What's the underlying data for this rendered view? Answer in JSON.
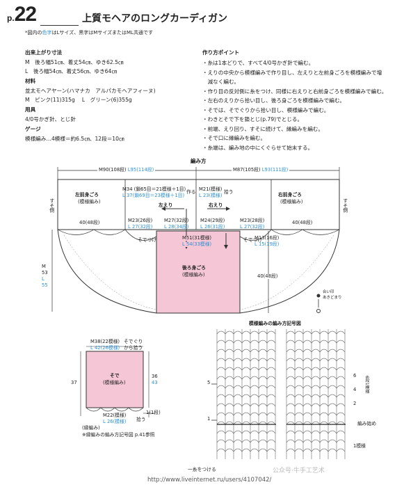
{
  "page": {
    "prefix": "p.",
    "number": "22",
    "title": "上質モヘアのロングカーディガン"
  },
  "note": {
    "pre": "*図内の",
    "colored": "色字",
    "post": "はLサイズ、黒字はMサイズまたはML共通です"
  },
  "left": {
    "size_heading": "出来上がり寸法",
    "size_lines": [
      "M　後ろ幅51㎝、着丈54㎝、ゆき62.5㎝",
      "L　後ろ幅54㎝、着丈56㎝、ゆき64㎝"
    ],
    "materials_heading": "材料",
    "materials_lines": [
      "並太モヘアヤーン(ハマナカ　アルパカモヘアフィーヌ)",
      "M　ピンク(11)315g　 L　グリーン(6)355g"
    ],
    "tools_heading": "用具",
    "tools_lines": [
      "4/0号かぎ針、とじ針"
    ],
    "gauge_heading": "ゲージ",
    "gauge_lines": [
      "模様編み…4模様＝約6.5㎝、12段＝10㎝"
    ]
  },
  "points": {
    "heading": "作り方ポイント",
    "lines": [
      "・糸は1本どりで、すべて4/0号かぎ針で編む。",
      "・えりの中央から模様編みで作り目し、左えりと左前身ごろを模様編みで増",
      "　減なく編む。",
      "・作り目の反対側に糸をつけ、同様に右えりと右前身ごろを模様編みで編む。",
      "・左右のえりから拾い目し、後ろ身ごろを模様編みで編む。",
      "・そでは、そでぐりから拾い目し、模様編みで編む。",
      "・わきとそで下を鎖とじ(p.79)でとじる。",
      "・前端、えり回り、すそに続けて、縁編みを編む。",
      "・そで口に縁編みを編む。",
      "・糸端は、編み地の中にくぐらせて始末する。"
    ]
  },
  "diagram": {
    "title": "編み方",
    "m90": "M90",
    "m90_rows": "(108段)",
    "l95": "L95(114段)",
    "m87": "M87",
    "m87_rows": "(105段)",
    "l93": "L93(111段)",
    "left_front": "左前身ごろ",
    "left_front_sub": "(模様編み)",
    "right_front": "右前身ごろ",
    "right_front_sub": "(模様編み)",
    "back": "後ろ身ごろ",
    "back_sub": "(模様編み)",
    "m34": "M34 (鎖65目＝21模様＋1目)",
    "l37": "L 37(鎖69目＝23模様＋1目)",
    "tsukuru": "作る",
    "m21": "M21",
    "m21_rows": "(模様)",
    "l23": "L 23(模様)",
    "hiro": "拾う",
    "left_collar": "左えり",
    "right_collar": "右えり",
    "four40": "40(48段)",
    "four40b": "40(48段)",
    "m23a": "M23",
    "m23a_rows": "(26段)",
    "l27a": "L 27(32段)",
    "m27": "M27",
    "m27_rows": "(32段)",
    "l28": "L 28(34段)",
    "m24": "M24",
    "m24_rows": "(29段)",
    "l26": "L 26(31段)",
    "m23b": "M23",
    "m23b_rows": "(28段)",
    "l27b": "L 27(32段)",
    "m51": "M51(31模様)",
    "l54": "L 54(33模様)",
    "m13": "M13",
    "m13_rows": "(16段)",
    "l15": "L 15(19段)",
    "sode_tsuke_l": "そでつけ",
    "sode_tsuke_r": "そでつけ",
    "susodashi_l": "すそ側",
    "susodashi_r": "すそ側",
    "m53": "M",
    "m53b": "53",
    "l55": "L",
    "l55b": "55",
    "right_40": "40(48段)",
    "aimark": "合い印",
    "aimark2": "あきどまり",
    "sleeve": "そで",
    "sleeve_sub": "(模様編み)",
    "m38": "M38",
    "m38_rows": "(22模様)",
    "l42": "L 42(26模様)",
    "sodeguri": "そでぐり",
    "kara": "から拾う",
    "h37": "37",
    "h36": "36",
    "h43": "43",
    "h1": "1(1段)",
    "m22": "M22",
    "m22_rows": "(模様)",
    "l26s": "L 26(模様)",
    "hiro2": "拾う",
    "edge": "(縁編み)",
    "footnote": "※縁編みの編み方記号図 p.41参照",
    "chart_title": "模様編みの編み方記号図",
    "row_5": "5",
    "row_1": "1",
    "row_start": "編み始め",
    "row_6": "6",
    "row_4": "4",
    "row_2": "2",
    "motif": "1模様",
    "rep": "6段1模様",
    "mark_note": "一糸をつける",
    "watermark": "http://www.liveinternet.ru/users/4107042/",
    "brand": "公众号·牛手工艺术"
  }
}
